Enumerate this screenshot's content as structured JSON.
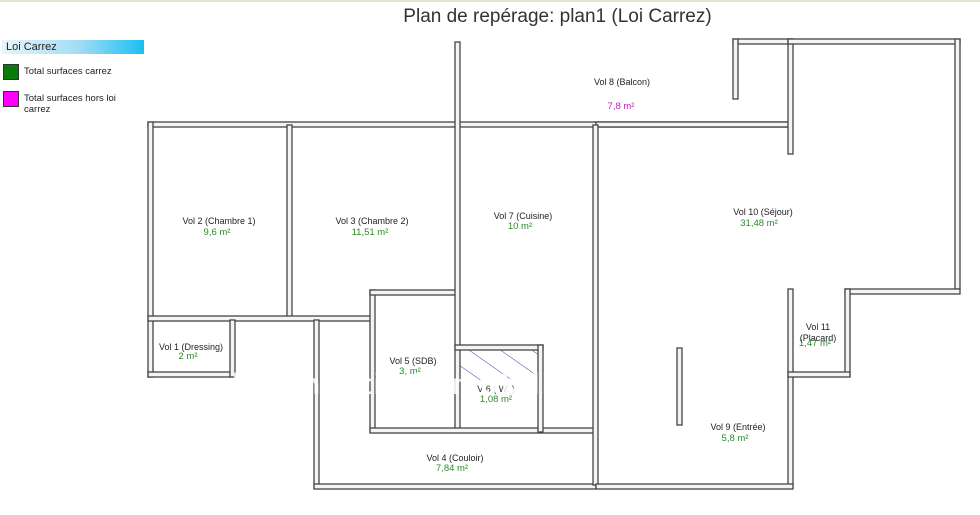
{
  "title": "Plan de repérage: plan1 (Loi Carrez)",
  "legend": {
    "header": "Loi Carrez",
    "items": [
      {
        "label": "Total surfaces carrez",
        "color": "#0a7a0a"
      },
      {
        "label": "Total surfaces hors loi carrez",
        "color": "#ff00ff"
      }
    ]
  },
  "colors": {
    "wall_fill": "#f4f4f4",
    "wall_stroke": "#444444",
    "carrez": "#2a8a2a",
    "hors_carrez": "#c020c0",
    "hatch": "#3344aa"
  },
  "rooms": [
    {
      "name": "Vol 1 (Dressing)",
      "area": "2 m²",
      "carrez": true
    },
    {
      "name": "Vol 2 (Chambre 1)",
      "area": "9,6 m²",
      "carrez": true
    },
    {
      "name": "Vol 3 (Chambre 2)",
      "area": "11,51 m²",
      "carrez": true
    },
    {
      "name": "Vol 4 (Couloir)",
      "area": "7,84 m²",
      "carrez": true
    },
    {
      "name": "Vol 5 (SDB)",
      "area": "3,  m²",
      "carrez": true
    },
    {
      "name": "V  6 ( W.  )",
      "area": "1,08 m²",
      "carrez": true
    },
    {
      "name": "Vol 7 (Cuisine)",
      "area": "10 m²",
      "carrez": true
    },
    {
      "name": "Vol 8 (Balcon)",
      "area": "7,8 m²",
      "carrez": false
    },
    {
      "name": "Vol 9 (Entrée)",
      "area": "5,8 m²",
      "carrez": true
    },
    {
      "name": "Vol 10 (Séjour)",
      "area": "31,48 m²",
      "carrez": true
    },
    {
      "name": "Vol 11\n(Placard)",
      "area": "1,47 m²",
      "carrez": true
    }
  ]
}
